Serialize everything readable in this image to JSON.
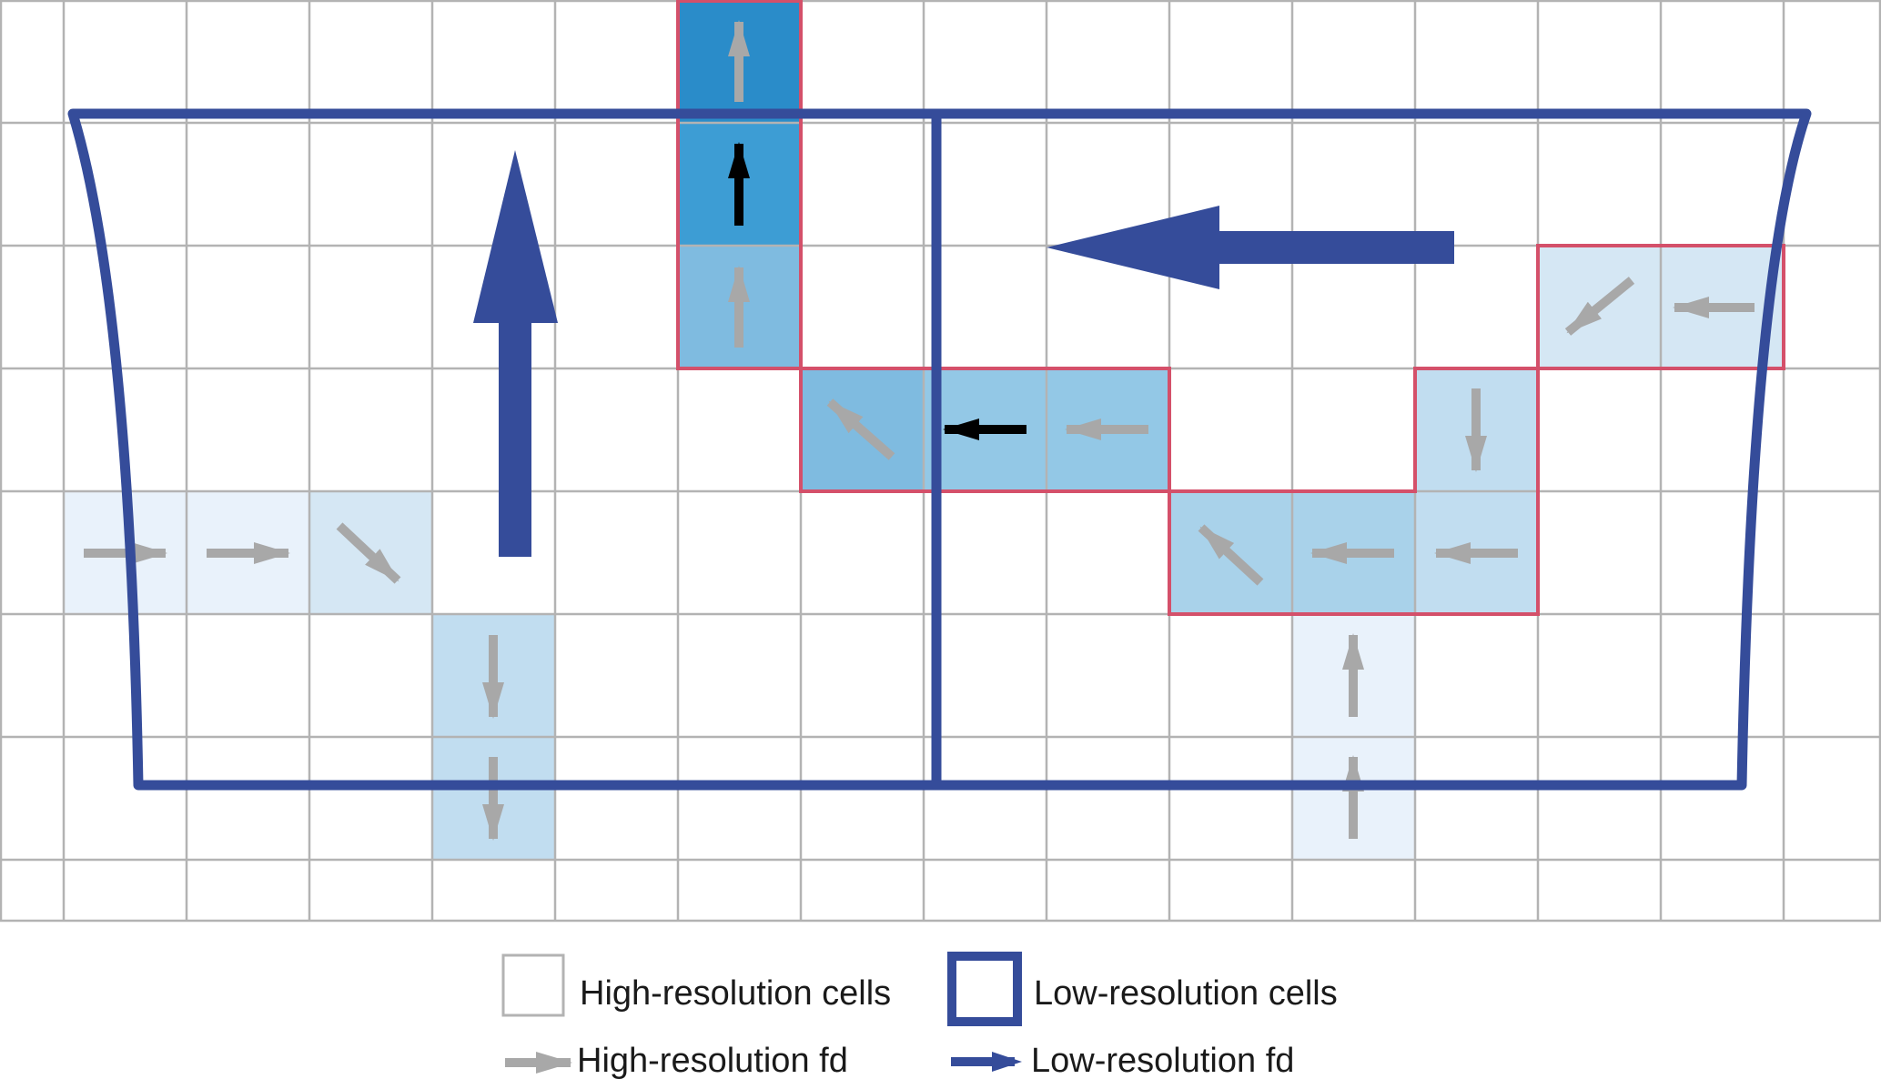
{
  "colors": {
    "grid_line": "#b3b3b3",
    "low_res_outline": "#354c9a",
    "highlight_outline": "#d4506a",
    "hi_fd_arrow": "#a8a8a8",
    "emphasis_arrow": "#000000",
    "shade_darkest": "#2a8cc9",
    "shade_dark": "#3d9dd4",
    "shade_medium": "#7fbbe0",
    "shade_mediumlight": "#93c8e6",
    "shade_light": "#a9d2ea",
    "shade_lighter": "#c1ddf0",
    "shade_pale": "#d5e7f4",
    "shade_palest": "#e9f2fb"
  },
  "legend": {
    "high_res_cells": "High-resolution cells",
    "low_res_cells": "Low-resolution cells",
    "high_res_fd": "High-resolution fd",
    "low_res_fd": "Low-resolution fd"
  }
}
